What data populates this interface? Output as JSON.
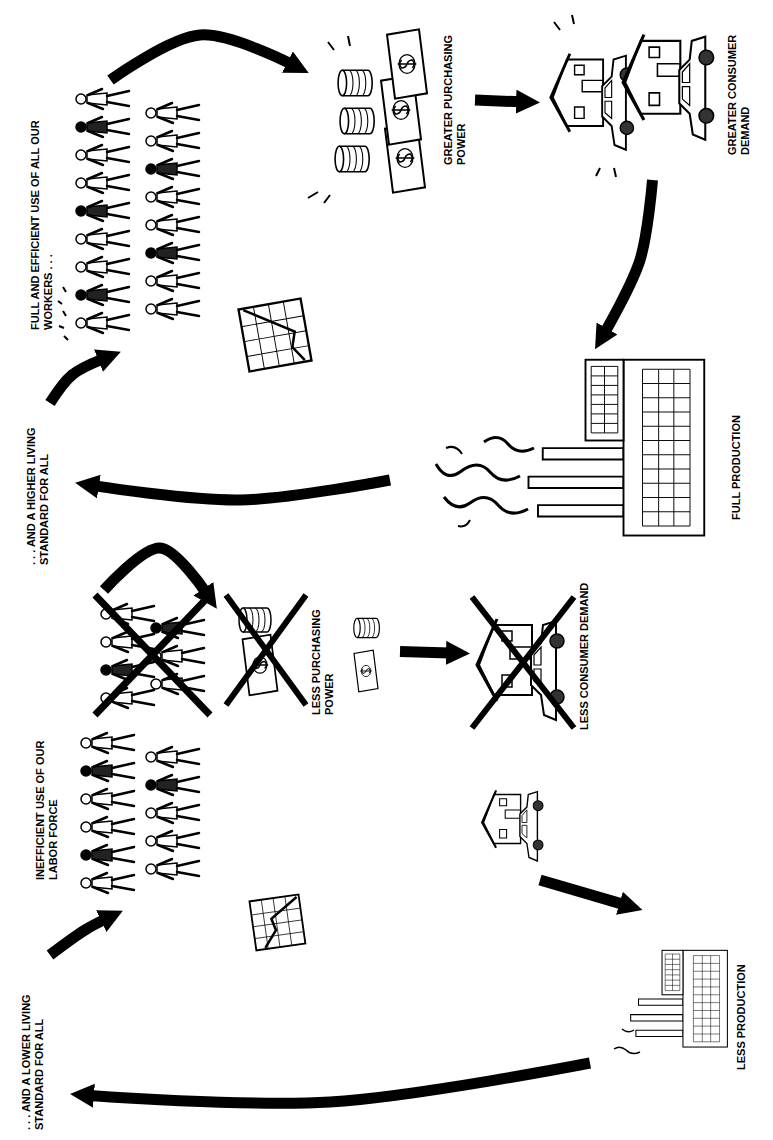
{
  "diagram": {
    "nodes": [
      {
        "text": [
          "INEFFICIENT USE OF OUR LABOR FORCE"
        ]
      },
      {
        "text": [
          "LESS PURCHASING POWER"
        ]
      },
      {
        "text": [
          "LESS CONSUMER DEMAND"
        ]
      },
      {
        "text": [
          "LESS PRODUCTION"
        ]
      },
      {
        "text": [
          ". . . AND A LOWER LIVING STANDARD FOR ALL"
        ]
      },
      {
        "text": [
          "FULL AND EFFICIENT USE OF ALL OUR WORKERS . . ."
        ]
      },
      {
        "text": [
          "GREATER PURCHASING POWER"
        ]
      },
      {
        "text": [
          "GREATER CONSUMER DEMAND"
        ]
      },
      {
        "text": [
          "FULL PRODUCTION"
        ]
      },
      {
        "text": [
          ". . . AND A HIGHER LIVING STANDARD FOR ALL"
        ]
      }
    ],
    "edges": [
      {
        "from": 0,
        "to": 1,
        "arrow": "to"
      },
      {
        "from": 1,
        "to": 2,
        "arrow": "to"
      },
      {
        "from": 2,
        "to": 3,
        "arrow": "to"
      },
      {
        "from": 3,
        "to": 4,
        "arrow": "to"
      },
      {
        "from": 4,
        "to": 0,
        "arrow": "to"
      },
      {
        "from": 5,
        "to": 6,
        "arrow": "to"
      },
      {
        "from": 6,
        "to": 7,
        "arrow": "to"
      },
      {
        "from": 7,
        "to": 8,
        "arrow": "to"
      },
      {
        "from": 8,
        "to": 9,
        "arrow": "to"
      },
      {
        "from": 9,
        "to": 5,
        "arrow": "to"
      }
    ]
  }
}
